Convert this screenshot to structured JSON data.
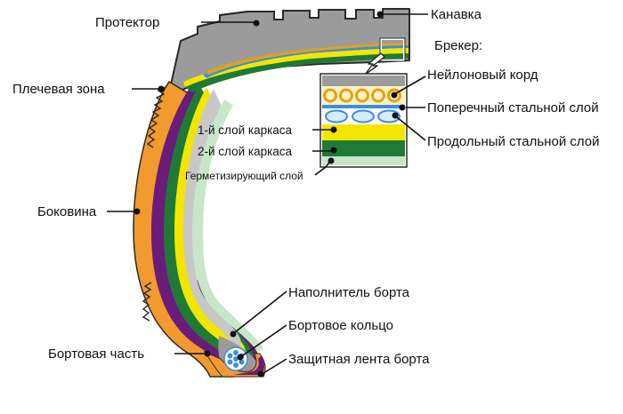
{
  "labels": {
    "tread": "Протектор",
    "groove": "Канавка",
    "breaker": "Брекер:",
    "shoulder": "Плечевая зона",
    "nylon_cord": "Нейлоновый корд",
    "transverse_steel": "Поперечный стальной слой",
    "longitudinal_steel": "Продольный стальной слой",
    "carcass_ply_1": "1-й слой каркаса",
    "carcass_ply_2": "2-й слой каркаса",
    "inner_liner": "Герметизирующий слой",
    "sidewall": "Боковина",
    "bead_filler": "Наполнитель борта",
    "bead_ring": "Бортовое кольцо",
    "bead_area": "Бортовая часть",
    "chafer": "Защитная лента борта"
  },
  "colors": {
    "tread_rubber": "#9b9b9b",
    "outline": "#2a2a2a",
    "inner_fill": "#c8c8c8",
    "sidewall_orange": "#f29a2e",
    "carcass_purple": "#6b1b7a",
    "carcass_green": "#1e7a34",
    "carcass_yellow": "#f2e600",
    "inner_liner": "#c8e6c8",
    "steel_blue": "#3a8ee0",
    "nylon_ring": "#e3a21a",
    "nylon_fill": "#fff3c0"
  }
}
